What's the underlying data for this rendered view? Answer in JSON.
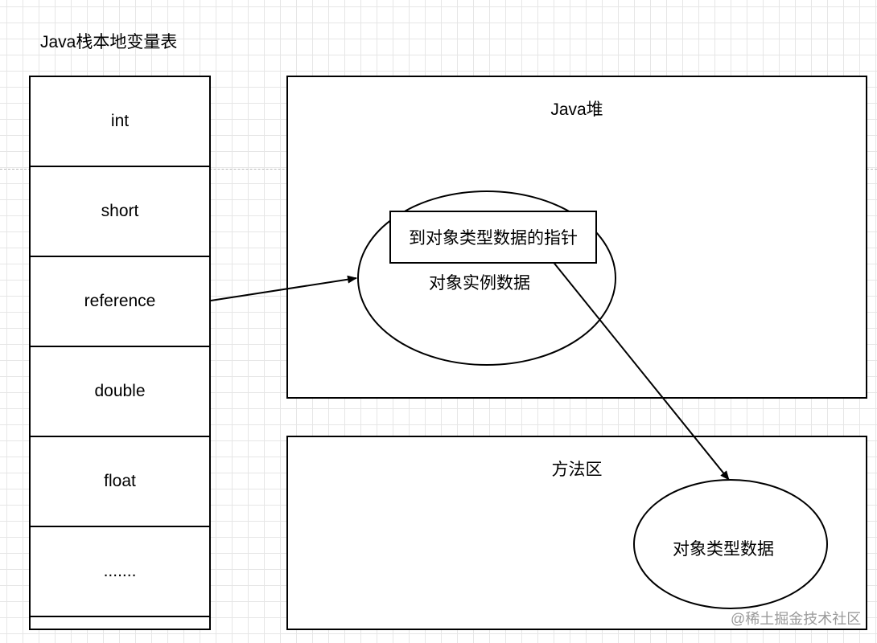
{
  "stack": {
    "title": "Java栈本地变量表",
    "cells": [
      "int",
      "short",
      "reference",
      "double",
      "float",
      "......."
    ]
  },
  "heap": {
    "title": "Java堆",
    "pointer_label": "到对象类型数据的指针",
    "instance_label": "对象实例数据"
  },
  "method_area": {
    "title": "方法区",
    "type_data_label": "对象类型数据"
  },
  "watermark": "@稀土掘金技术社区"
}
